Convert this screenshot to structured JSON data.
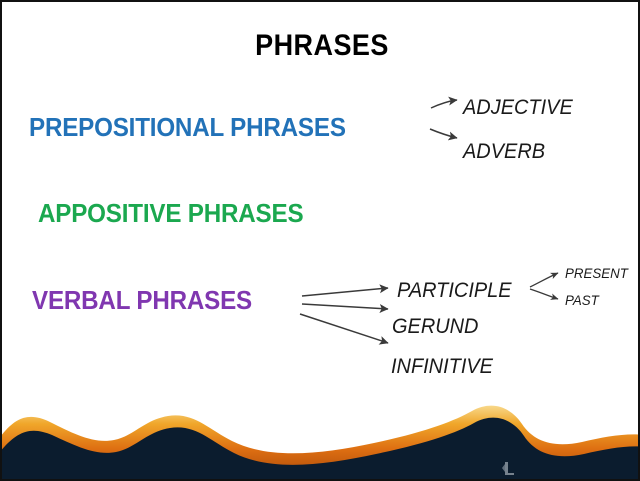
{
  "slide": {
    "title": "PHRASES",
    "background_color": "#FFFFFF",
    "border_color": "#111111"
  },
  "categories": [
    {
      "label": "PREPOSITIONAL PHRASES",
      "color": "#2272B8",
      "children": [
        "ADJECTIVE",
        "ADVERB"
      ]
    },
    {
      "label": "APPOSITIVE PHRASES",
      "color": "#1BA84F",
      "children": []
    },
    {
      "label": "VERBAL PHRASES",
      "color": "#8037B0",
      "children": [
        "PARTICIPLE",
        "GERUND",
        "INFINITIVE"
      ]
    }
  ],
  "branches": {
    "adjective": "ADJECTIVE",
    "adverb": "ADVERB",
    "participle": "PARTICIPLE",
    "gerund": "GERUND",
    "infinitive": "INFINITIVE",
    "present": "PRESENT",
    "past": "PAST"
  },
  "decoration": {
    "wave_dark_color": "#0B1C2E",
    "wave_accent_color": "#E8821A",
    "wave_highlight_color": "#F6C659"
  }
}
